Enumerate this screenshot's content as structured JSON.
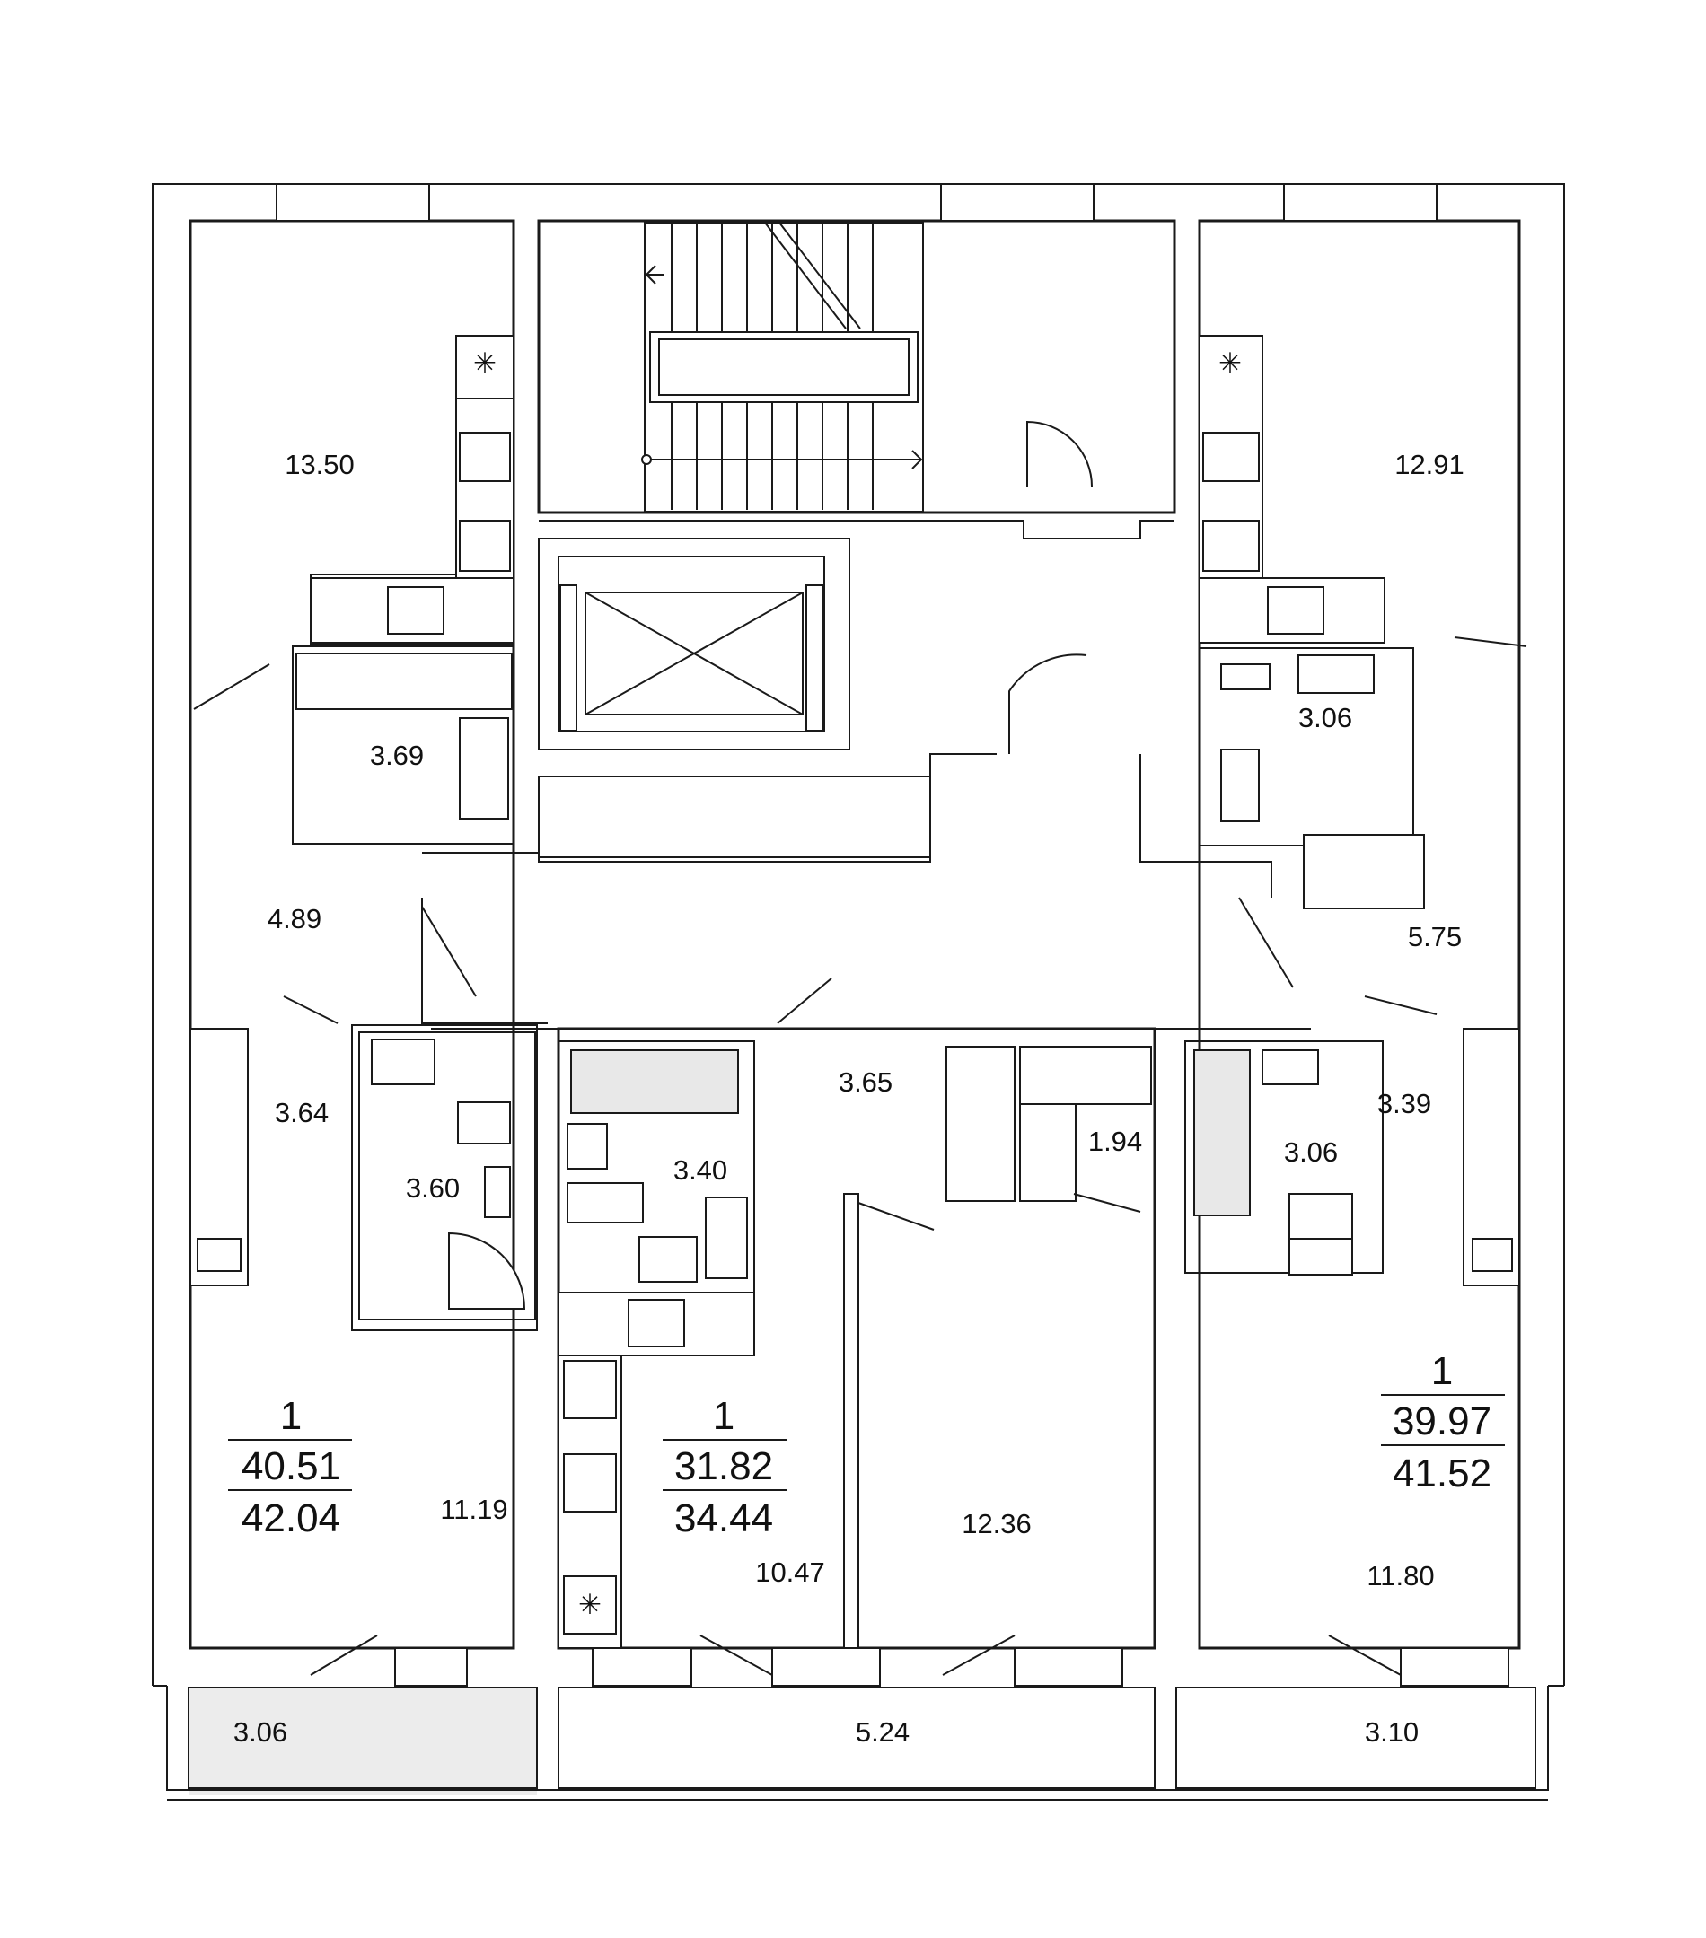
{
  "highlight_color": "#ececec",
  "line_color": "#1a1a1a",
  "apartments": [
    {
      "rooms": "1",
      "living_area": "40.51",
      "total_area": "42.04"
    },
    {
      "rooms": "1",
      "living_area": "31.82",
      "total_area": "34.44"
    },
    {
      "rooms": "1",
      "living_area": "39.97",
      "total_area": "41.52"
    }
  ],
  "room_areas": {
    "kitchen_left": "13.50",
    "kitchen_right": "12.91",
    "storage_left": "3.69",
    "bath_right_top": "3.06",
    "hall_left": "4.89",
    "hall_right": "5.75",
    "corridor_left": "3.64",
    "bath_left": "3.60",
    "bath_middle": "3.40",
    "hall_middle": "3.65",
    "closet_middle": "1.94",
    "bath_right": "3.06",
    "corridor_right": "3.39",
    "room_left": "11.19",
    "kitchen_middle": "10.47",
    "room_middle": "12.36",
    "room_right": "11.80",
    "balcony_left": "3.06",
    "balcony_middle": "5.24",
    "balcony_right": "3.10"
  }
}
